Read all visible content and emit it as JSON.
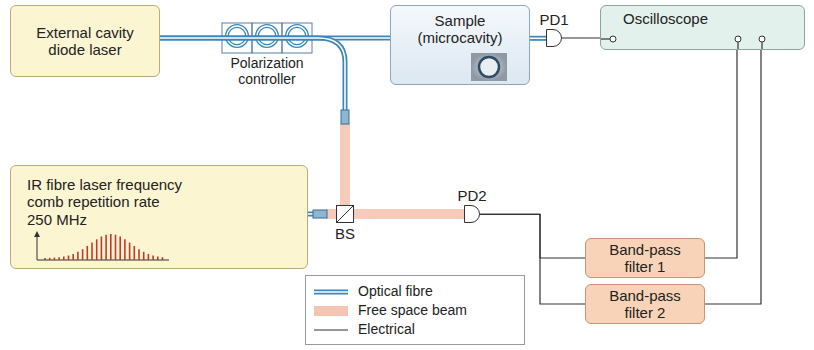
{
  "diagram": {
    "nodes": [
      {
        "text": [
          "External cavity diode laser"
        ]
      },
      {
        "text": [
          "Sample (microcavity)"
        ]
      },
      {
        "text": [
          "PD1"
        ]
      },
      {
        "text": [
          "Oscilloscope"
        ]
      },
      {
        "text": [
          "IR fibre laser frequency comb repetition rate 250 MHz"
        ]
      },
      {
        "text": [
          "BS"
        ]
      },
      {
        "text": [
          "PD2"
        ]
      },
      {
        "text": [
          "Band-pass filter 1"
        ]
      },
      {
        "text": [
          "Band-pass filter 2"
        ]
      }
    ],
    "edges": [
      {
        "from": 0,
        "to": 1,
        "arrow": "none"
      },
      {
        "from": 0,
        "to": 5,
        "arrow": "none"
      },
      {
        "from": 1,
        "to": 2,
        "arrow": "none"
      },
      {
        "from": 2,
        "to": 3,
        "arrow": "none"
      },
      {
        "from": 4,
        "to": 5,
        "arrow": "none"
      },
      {
        "from": 5,
        "to": 6,
        "arrow": "none"
      },
      {
        "from": 6,
        "to": 7,
        "arrow": "none"
      },
      {
        "from": 6,
        "to": 8,
        "arrow": "none"
      },
      {
        "from": 7,
        "to": 3,
        "arrow": "none"
      },
      {
        "from": 8,
        "to": 3,
        "arrow": "none"
      }
    ],
    "labels": [
      "Polarization controller"
    ],
    "legend": [
      {
        "text": "Optical fibre"
      },
      {
        "text": "Free space beam"
      },
      {
        "text": "Electrical"
      }
    ]
  }
}
